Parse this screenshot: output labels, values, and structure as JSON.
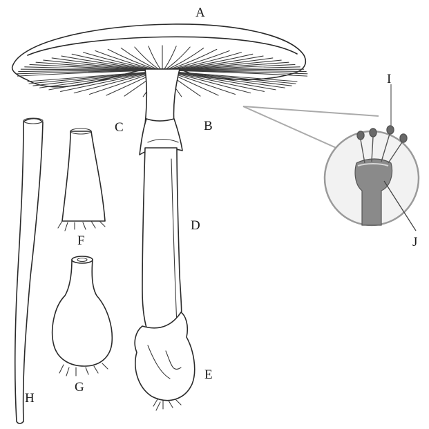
{
  "labels": {
    "a": "A",
    "b": "B",
    "c": "C",
    "d": "D",
    "e": "E",
    "f": "F",
    "g": "G",
    "h": "H",
    "i": "I",
    "j": "J"
  },
  "colors": {
    "ink": "#2a2a2a",
    "callout": "#aaaaaa",
    "magnifier_bg": "#f2f2f2",
    "basidium": "#8a8a8a",
    "spore": "#6a6a6a"
  }
}
